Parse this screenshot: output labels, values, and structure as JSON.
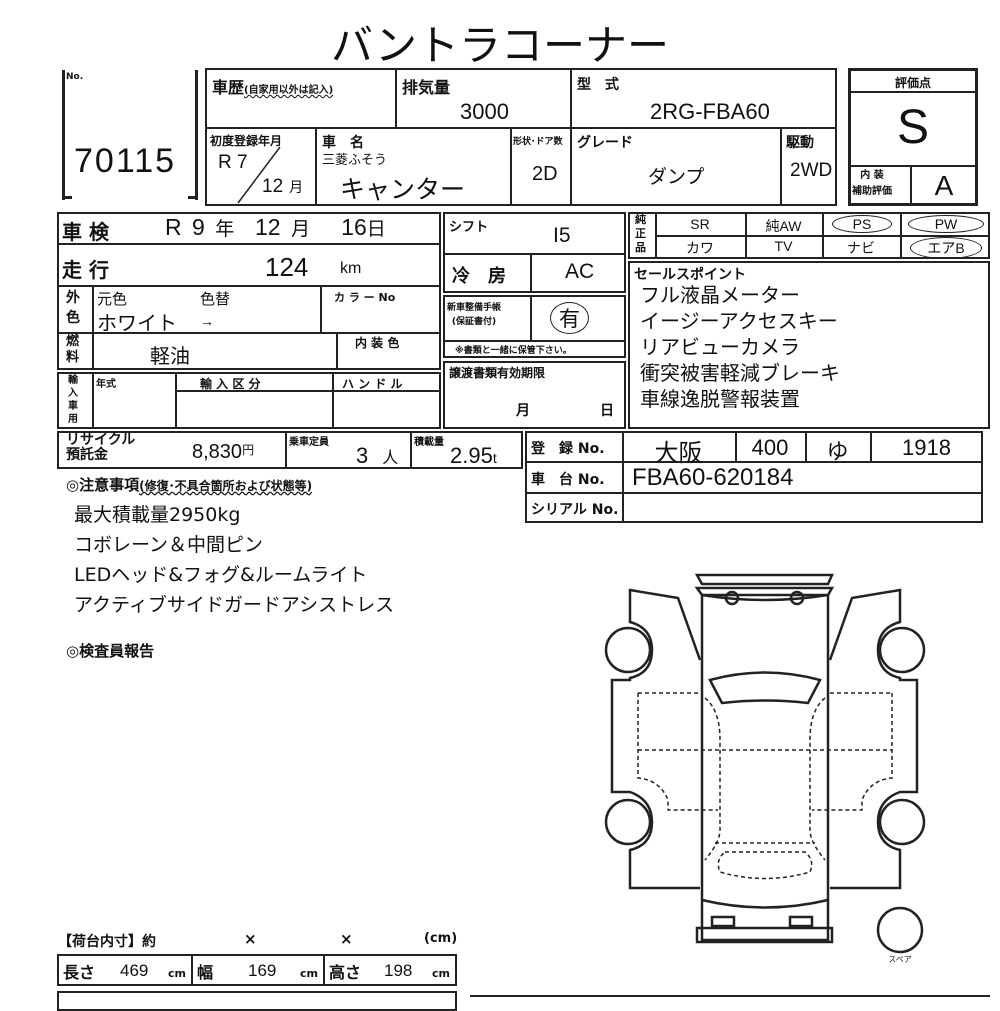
{
  "title": "バントラコーナー",
  "lot": {
    "no_label": "No.",
    "number": "70115"
  },
  "history": {
    "label": "車歴",
    "note": "(自家用以外は記入)"
  },
  "displacement": {
    "label": "排気量",
    "value": "3000"
  },
  "model_code": {
    "label": "型　式",
    "value": "2RG-FBA60"
  },
  "first_reg": {
    "label": "初度登録年月",
    "era_year": "R 7",
    "month": "12",
    "month_unit": "月"
  },
  "car_name": {
    "label": "車　名",
    "maker": "三菱ふそう",
    "value": "キャンター"
  },
  "doors": {
    "label": "形状･ドア数",
    "value": "2D"
  },
  "grade": {
    "label": "グレード",
    "value": "ダンプ"
  },
  "drive": {
    "label": "駆動",
    "value": "2WD"
  },
  "rating": {
    "label": "評価点",
    "score": "S",
    "interior_label": "内 装\n補助評価",
    "interior": "A"
  },
  "inspection": {
    "label": "車 検",
    "era": "R",
    "year": "9",
    "year_unit": "年",
    "month": "12",
    "month_unit": "月",
    "day": "16",
    "day_unit": "日"
  },
  "mileage": {
    "label": "走 行",
    "value": "124",
    "unit": "km"
  },
  "color": {
    "side_label": "外\n色",
    "original_label": "元色",
    "changed_label": "色替",
    "value": "ホワイト",
    "arrow": "→",
    "color_no_label": "カ ラ ー No"
  },
  "fuel": {
    "side_label": "燃\n料",
    "value": "軽油",
    "interior_color_label": "内 装 色"
  },
  "import": {
    "side_label": "輸\n入\n車\n用",
    "year_label": "年式",
    "type_label": "輸 入 区 分",
    "handle_label": "ハ ン ド ル"
  },
  "shift": {
    "label": "シフト",
    "value": "I5"
  },
  "ac": {
    "label": "冷　房",
    "value": "AC"
  },
  "manual": {
    "label": "新車整備手帳\n(保証書付)",
    "value": "有",
    "note": "※書類と一緒に保管下さい。"
  },
  "transfer": {
    "label": "譲渡書類有効期限",
    "month_unit": "月",
    "day_unit": "日"
  },
  "equipment": {
    "side_label": "純\n正\n品",
    "row1": [
      "SR",
      "純AW",
      "PS",
      "PW"
    ],
    "row2": [
      "カワ",
      "TV",
      "ナビ",
      "エアB"
    ]
  },
  "sales_points": {
    "label": "セールスポイント",
    "items": [
      "フル液晶メーター",
      "イージーアクセスキー",
      "リアビューカメラ",
      "衝突被害軽減ブレーキ",
      "車線逸脱警報装置"
    ]
  },
  "recycle": {
    "label": "リサイクル\n預託金",
    "value": "8,830",
    "unit": "円"
  },
  "capacity": {
    "label": "乗車定員",
    "value": "3",
    "unit": "人"
  },
  "load": {
    "label": "積載量",
    "value": "2.95",
    "unit": "t"
  },
  "registration": {
    "label": "登　録 No.",
    "area": "大阪",
    "class": "400",
    "kana": "ゆ",
    "number": "1918"
  },
  "chassis": {
    "label": "車　台 No.",
    "value": "FBA60-620184"
  },
  "serial": {
    "label": "シリアル No."
  },
  "notes": {
    "label": "◎注意事項",
    "sub": "(修復･不具合箇所および状態等)",
    "items": [
      "最大積載量2950kg",
      "コボレーン＆中間ピン",
      "LEDヘッド&フォグ&ルームライト",
      "アクティブサイドガードアシストレス"
    ]
  },
  "inspector": {
    "label": "◎検査員報告"
  },
  "cargo": {
    "label": "【荷台内寸】約",
    "x1": "×",
    "x2": "×",
    "unit_label": "(cm)",
    "length_label": "長さ",
    "length": "469",
    "width_label": "幅",
    "width": "169",
    "height_label": "高さ",
    "height": "198",
    "unit": "cm"
  },
  "diagram": {
    "spare_label": "スペア"
  }
}
